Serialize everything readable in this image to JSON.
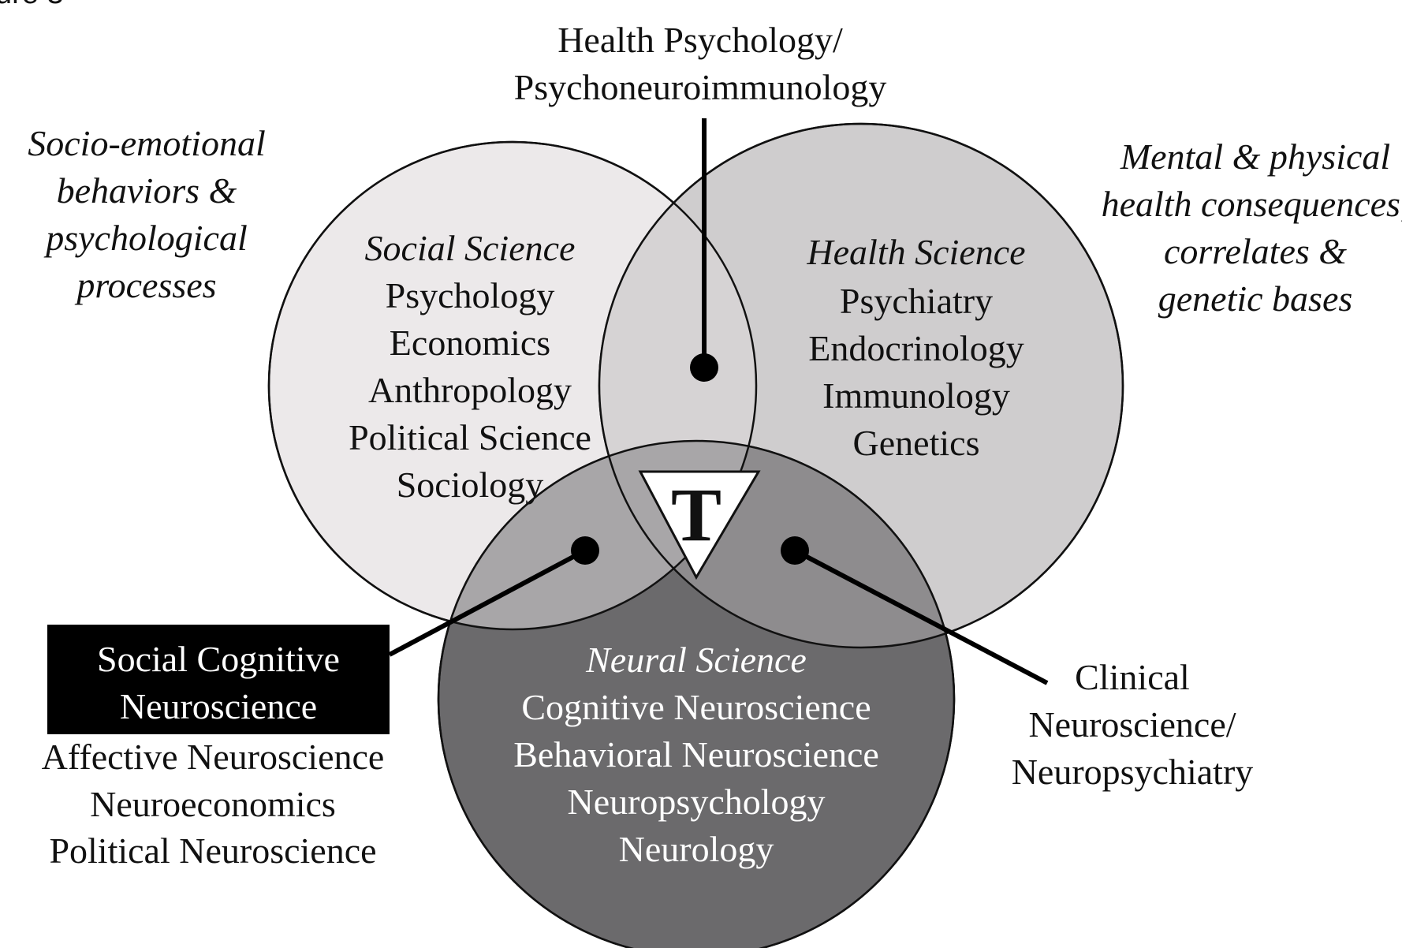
{
  "figure_caption_fragment": "ure 3",
  "top_label": {
    "lines": [
      "Health Psychology/",
      "Psychoneuroimmunology"
    ]
  },
  "left_note": {
    "lines": [
      "Socio-emotional",
      "behaviors &",
      "psychological",
      "processes"
    ]
  },
  "right_note": {
    "lines": [
      "Mental & physical",
      "health consequences,",
      "correlates &",
      "genetic bases"
    ]
  },
  "circles": {
    "social": {
      "title": "Social Science",
      "items": [
        "Psychology",
        "Economics",
        "Anthropology",
        "Political Science",
        "Sociology"
      ],
      "fill": "#ece9ea"
    },
    "health": {
      "title": "Health Science",
      "items": [
        "Psychiatry",
        "Endocrinology",
        "Immunology",
        "Genetics"
      ],
      "fill": "#cfcdce"
    },
    "neural": {
      "title": "Neural Science",
      "items": [
        "Cognitive Neuroscience",
        "Behavioral Neuroscience",
        "Neuropsychology",
        "Neurology"
      ],
      "fill": "#6b6a6c"
    }
  },
  "overlaps": {
    "social_health_fill": "#d6d3d4",
    "social_neural_fill": "#a8a6a8",
    "health_neural_fill": "#8e8c8e"
  },
  "center_marker": {
    "letter": "T"
  },
  "left_callout": {
    "box_lines": [
      "Social Cognitive",
      "Neuroscience"
    ],
    "box_fill": "#000000",
    "sub_lines": [
      "Affective Neuroscience",
      "Neuroeconomics",
      "Political Neuroscience"
    ]
  },
  "right_callout": {
    "lines": [
      "Clinical",
      "Neuroscience/",
      "Neuropsychiatry"
    ]
  }
}
